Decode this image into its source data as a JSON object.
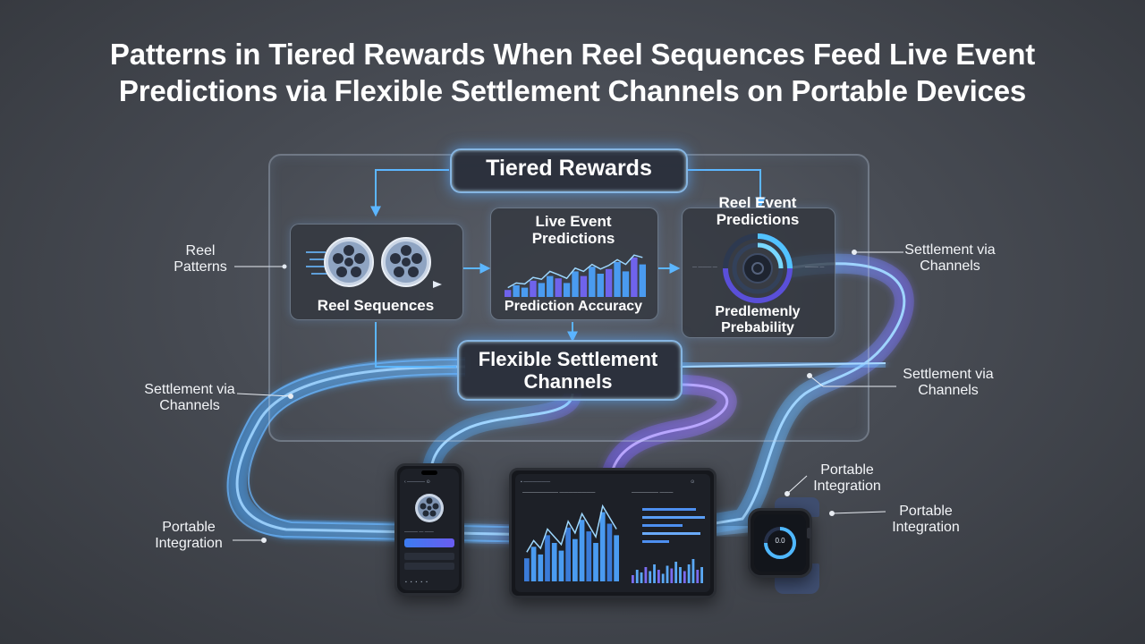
{
  "title": {
    "line1": "Patterns in Tiered Rewards When Reel Sequences Feed Live Event",
    "line2": "Predictions via Flexible Settlement Channels on Portable Devices"
  },
  "nodes": {
    "tiered_rewards": "Tiered Rewards",
    "reel_sequences": "Reel Sequences",
    "live_event_predictions": "Live Event Predictions",
    "prediction_accuracy": "Prediction Accuracy",
    "reel_event_predictions": "Reel Event Predictions",
    "predlemenly_probability": "Predlemenly Prebability",
    "flexible_settlement_channels": "Flexible Settlement Channels"
  },
  "side_labels": {
    "reel_patterns": "Reel Patterns",
    "settlement_right_top": "Settlement via Channels",
    "settlement_right_mid": "Settlement via Channels",
    "settlement_left": "Settlement via Channels",
    "portable_left": "Portable Integration",
    "portable_watch_top": "Portable Integration",
    "portable_watch_right": "Portable Integration"
  },
  "colors": {
    "background": "#474b53",
    "glow_blue": "#5ab0ff",
    "glow_purple": "#8a6bff",
    "text": "#ffffff"
  },
  "icons": [
    "film-reel-icon",
    "film-reel-icon",
    "bar-chart-icon",
    "radial-gauge-icon",
    "smartphone-icon",
    "tablet-icon",
    "smartwatch-icon"
  ],
  "chart_data": {
    "type": "bar",
    "title": "",
    "bars": [
      0.15,
      0.25,
      0.2,
      0.35,
      0.3,
      0.45,
      0.4,
      0.3,
      0.55,
      0.45,
      0.65,
      0.5,
      0.6,
      0.75,
      0.55,
      0.85,
      0.7
    ],
    "line": [
      0.2,
      0.3,
      0.28,
      0.42,
      0.38,
      0.55,
      0.48,
      0.4,
      0.62,
      0.55,
      0.7,
      0.6,
      0.68,
      0.8,
      0.7,
      0.9,
      0.85
    ]
  },
  "tablet_bars": [
    0.3,
    0.45,
    0.35,
    0.6,
    0.5,
    0.4,
    0.7,
    0.55,
    0.8,
    0.65,
    0.5,
    0.9,
    0.75,
    0.6
  ],
  "tablet_bars2": [
    0.3,
    0.5,
    0.4,
    0.6,
    0.45,
    0.7,
    0.5,
    0.35,
    0.65,
    0.55,
    0.8,
    0.6,
    0.45,
    0.7,
    0.9,
    0.5,
    0.6
  ],
  "watch": {
    "value": "0.0"
  }
}
